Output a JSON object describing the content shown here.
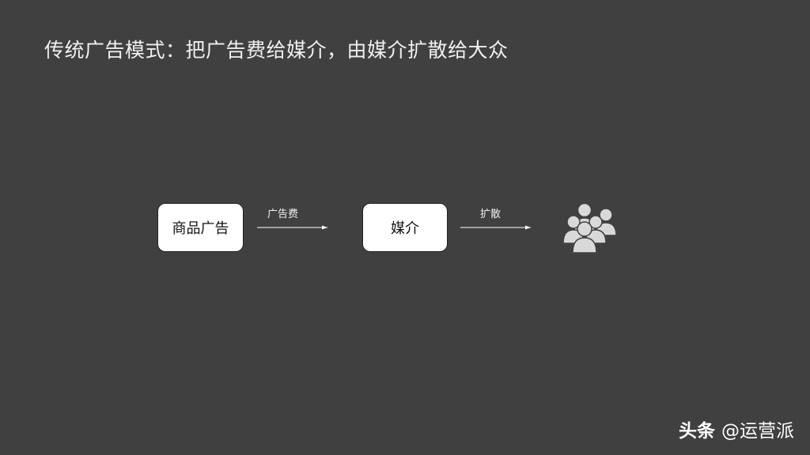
{
  "title": "传统广告模式：把广告费给媒介，由媒介扩散给大众",
  "nodes": {
    "product": "商品广告",
    "media": "媒介"
  },
  "edges": {
    "fee": "广告费",
    "spread": "扩散"
  },
  "audience_icon": "people-group-icon",
  "watermark": {
    "brand": "头条",
    "handle": "@运营派"
  },
  "colors": {
    "background": "#404040",
    "node_fill": "#ffffff",
    "icon": "#d9d9d9"
  }
}
